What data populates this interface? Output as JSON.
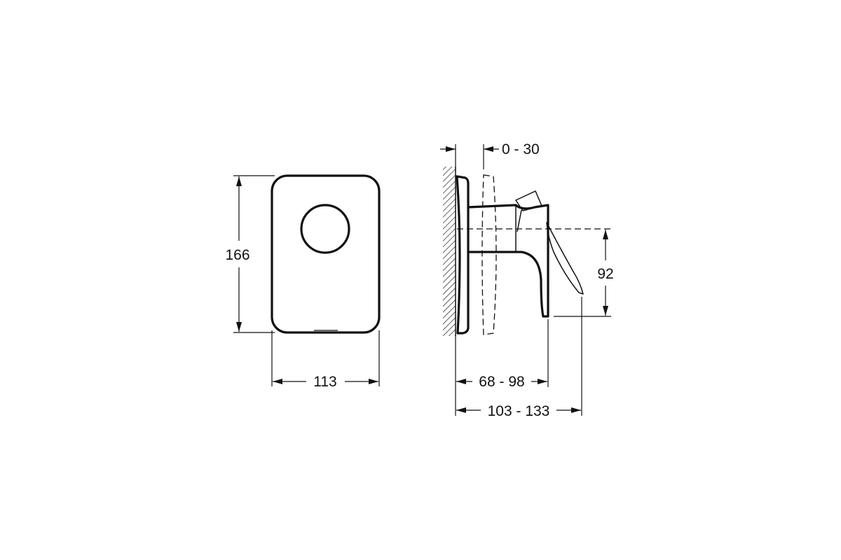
{
  "dimensions": {
    "front_height": "166",
    "front_width": "113",
    "offset_range": "0 - 30",
    "lever_height": "92",
    "body_depth": "68 - 98",
    "total_depth": "103 - 133"
  },
  "colors": {
    "line": "#111111",
    "background": "#ffffff"
  }
}
